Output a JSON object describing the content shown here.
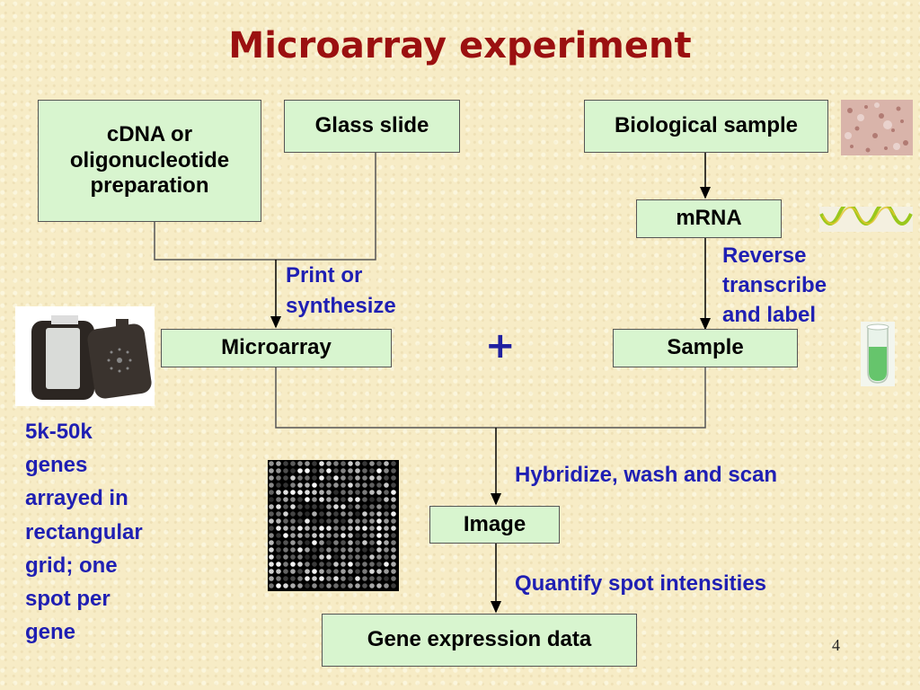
{
  "title": "Microarray experiment",
  "boxes": {
    "cdna_line1": "cDNA or",
    "cdna_line2": "oligonucleotide",
    "cdna_line3": "preparation",
    "glass_slide": "Glass slide",
    "biological_sample": "Biological sample",
    "mrna": "mRNA",
    "microarray": "Microarray",
    "sample": "Sample",
    "image": "Image",
    "gene_expression_data": "Gene expression data"
  },
  "steps": {
    "print_line1": "Print or",
    "print_line2": "synthesize",
    "rt_line1": "Reverse",
    "rt_line2": "transcribe",
    "rt_line3": "and label",
    "hybridize": "Hybridize, wash and scan",
    "quantify": "Quantify spot intensities"
  },
  "plus_sign": "+",
  "side_note": [
    "5k-50k",
    "genes",
    "arrayed in",
    "rectangular",
    "grid; one",
    "spot per",
    "gene"
  ],
  "page_number": "4",
  "colors": {
    "title": "#9b1010",
    "box_fill": "#d8f5cf",
    "annotation": "#1f1fb3",
    "background": "#f7ecc6"
  },
  "icons": [
    "microarray-device-icon",
    "tissue-sample-icon",
    "mrna-wave-icon",
    "test-tube-icon",
    "microarray-scan-image"
  ]
}
